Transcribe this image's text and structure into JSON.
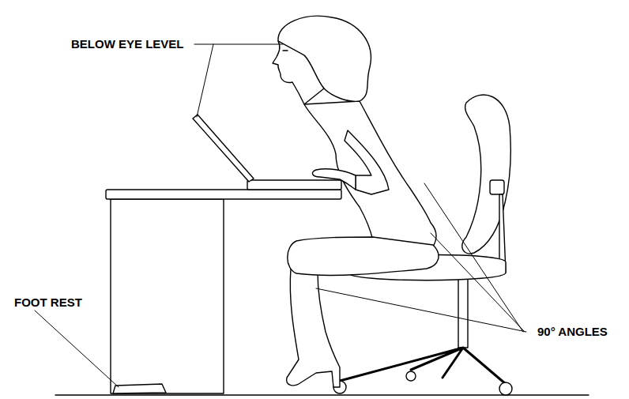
{
  "diagram": {
    "labels": [
      "BELOW EYE LEVEL",
      "FOOT REST",
      "90° ANGLES"
    ]
  }
}
